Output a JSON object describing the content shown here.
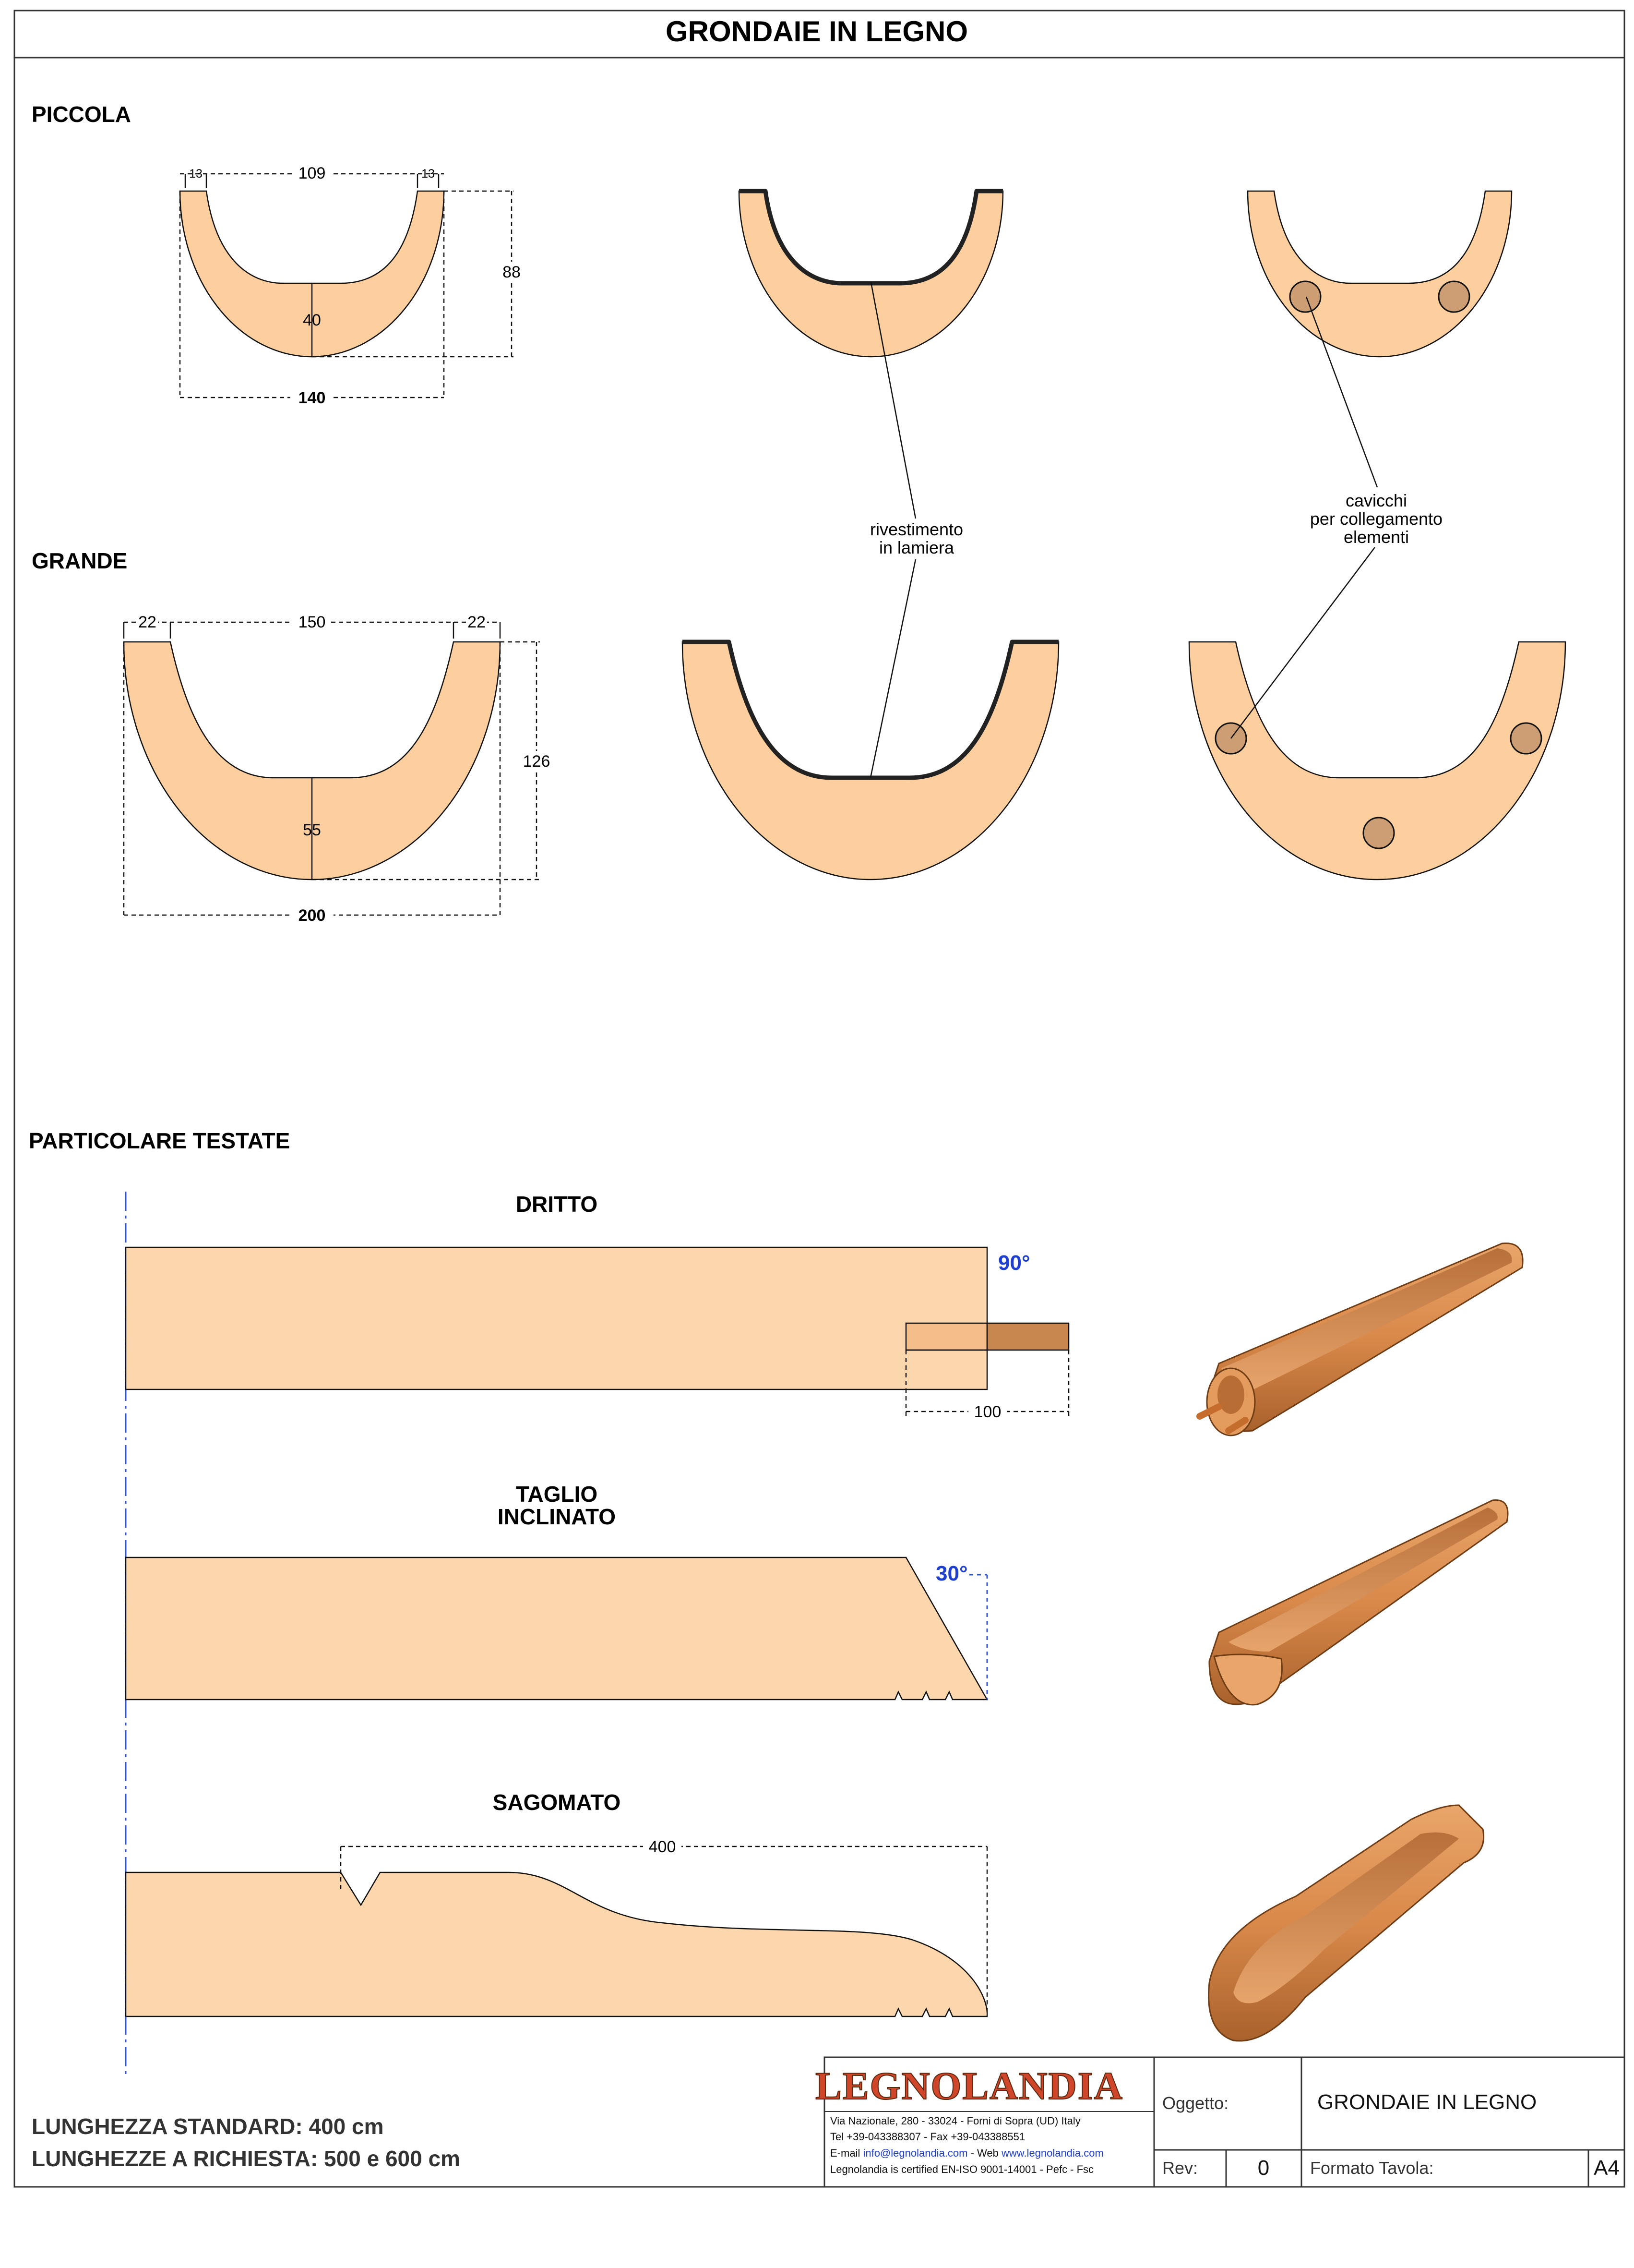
{
  "title": "GRONDAIE IN LEGNO",
  "sections": {
    "piccola": "PICCOLA",
    "grande": "GRANDE",
    "testate": "PARTICOLARE  TESTATE"
  },
  "piccola_dims": {
    "lip_left": "13",
    "inner": "109",
    "lip_right": "13",
    "height": "88",
    "thickness": "40",
    "width": "140"
  },
  "grande_dims": {
    "lip_left": "22",
    "inner": "150",
    "lip_right": "22",
    "height": "126",
    "thickness": "55",
    "width": "200"
  },
  "callouts": {
    "lamiera": [
      "rivestimento",
      "in lamiera"
    ],
    "cavicchi": [
      "cavicchi",
      "per collegamento",
      "elementi"
    ]
  },
  "testate": {
    "dritto": {
      "title": "DRITTO",
      "angle": "90°",
      "dim": "100"
    },
    "taglio": {
      "title_line1": "TAGLIO",
      "title_line2": "INCLINATO",
      "angle": "30°"
    },
    "sagomato": {
      "title": "SAGOMATO",
      "dim": "400"
    }
  },
  "footer": {
    "standard": "LUNGHEZZA STANDARD: 400 cm",
    "richiesta": "LUNGHEZZE A RICHIESTA: 500 e 600 cm"
  },
  "title_block": {
    "logo": "LEGNOLANDIA",
    "address": "Via Nazionale, 280 - 33024 - Forni di Sopra (UD) Italy",
    "tel": "Tel +39-043388307  - Fax +39-043388551",
    "email_prefix": "E-mail ",
    "email": "info@legnolandia.com",
    "web_prefix": "  - Web ",
    "web": "www.legnolandia.com",
    "cert": "Legnolandia is certified EN-ISO 9001-14001 - Pefc - Fsc",
    "oggetto_label": "Oggetto:",
    "oggetto_value": "GRONDAIE IN LEGNO",
    "rev_label": "Rev:",
    "rev_value": "0",
    "formato_label": "Formato  Tavola:",
    "formato_value": "A4"
  },
  "colors": {
    "wood": "#fdcf9f",
    "peg": "#cd9d74",
    "angle_text": "#1f3fd0",
    "render_wood": "#d98b4e"
  }
}
